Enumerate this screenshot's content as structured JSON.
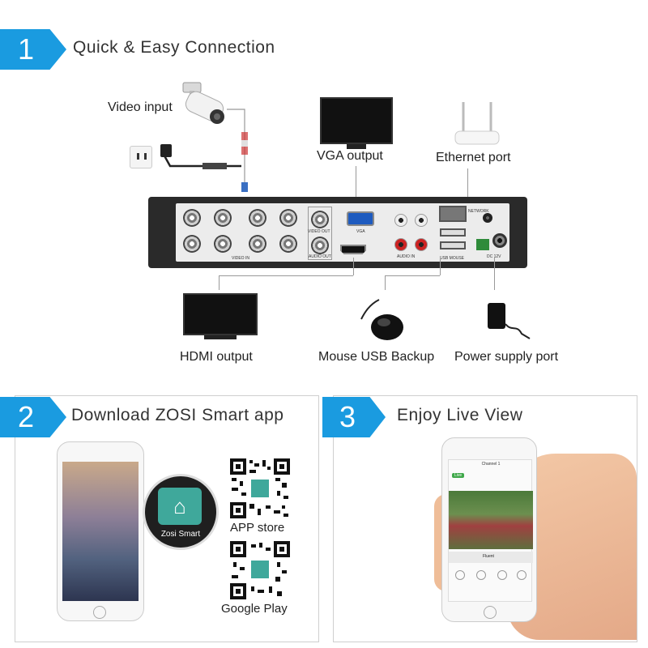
{
  "step1": {
    "number": "1",
    "title": "Quick & Easy Connection"
  },
  "connections": {
    "video_input": "Video input",
    "vga_output": "VGA output",
    "ethernet_port": "Ethernet port",
    "hdmi_output": "HDMI output",
    "mouse_usb": "Mouse USB Backup",
    "power_port": "Power supply port"
  },
  "dvr_labels": {
    "video_in": "VIDEO IN",
    "video_out": "VIDEO OUT",
    "vga": "VGA",
    "audio_out": "AUDIO OUT",
    "audio_in": "AUDIO IN",
    "network": "NETWORK",
    "usb": "USB MOUSE",
    "dc": "DC 12V"
  },
  "step2": {
    "number": "2",
    "title": "Download ZOSI Smart app",
    "app_name": "Zosi Smart",
    "qr1_label": "APP store",
    "qr2_label": "Google Play"
  },
  "step3": {
    "number": "3",
    "title": "Enjoy Live View",
    "channel": "Channel 1",
    "live_badge": "Live",
    "fluent": "Fluent"
  },
  "colors": {
    "accent": "#1a9be0",
    "dvr_body": "#2a2a2a",
    "dvr_panel": "#ececec"
  }
}
